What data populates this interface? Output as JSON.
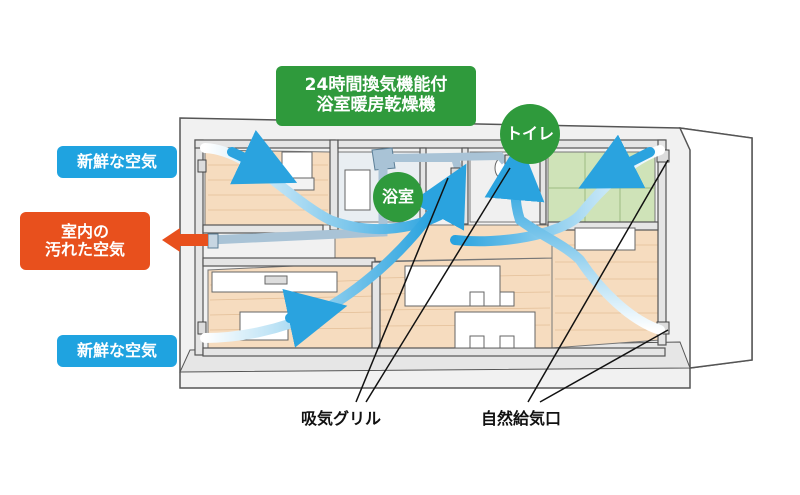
{
  "labels": {
    "fresh_air_top": "新鮮な空気",
    "fresh_air_bottom": "新鮮な空気",
    "dirty_air_line1": "室内の",
    "dirty_air_line2": "汚れた空気",
    "dryer_line1": "24時間換気機能付",
    "dryer_line2": "浴室暖房乾燥機",
    "bathroom": "浴室",
    "toilet": "トイレ",
    "exhaust_grille": "吸気グリル",
    "natural_vent": "自然給気口"
  },
  "colors": {
    "fresh_air_blue": "#1fa3e0",
    "dirty_air_orange": "#e8501d",
    "equipment_green": "#2f9a3c",
    "floor_wood": "#f6dcbf",
    "tatami_green": "#cfe3b8",
    "duct_gray": "#a9c3d6"
  }
}
